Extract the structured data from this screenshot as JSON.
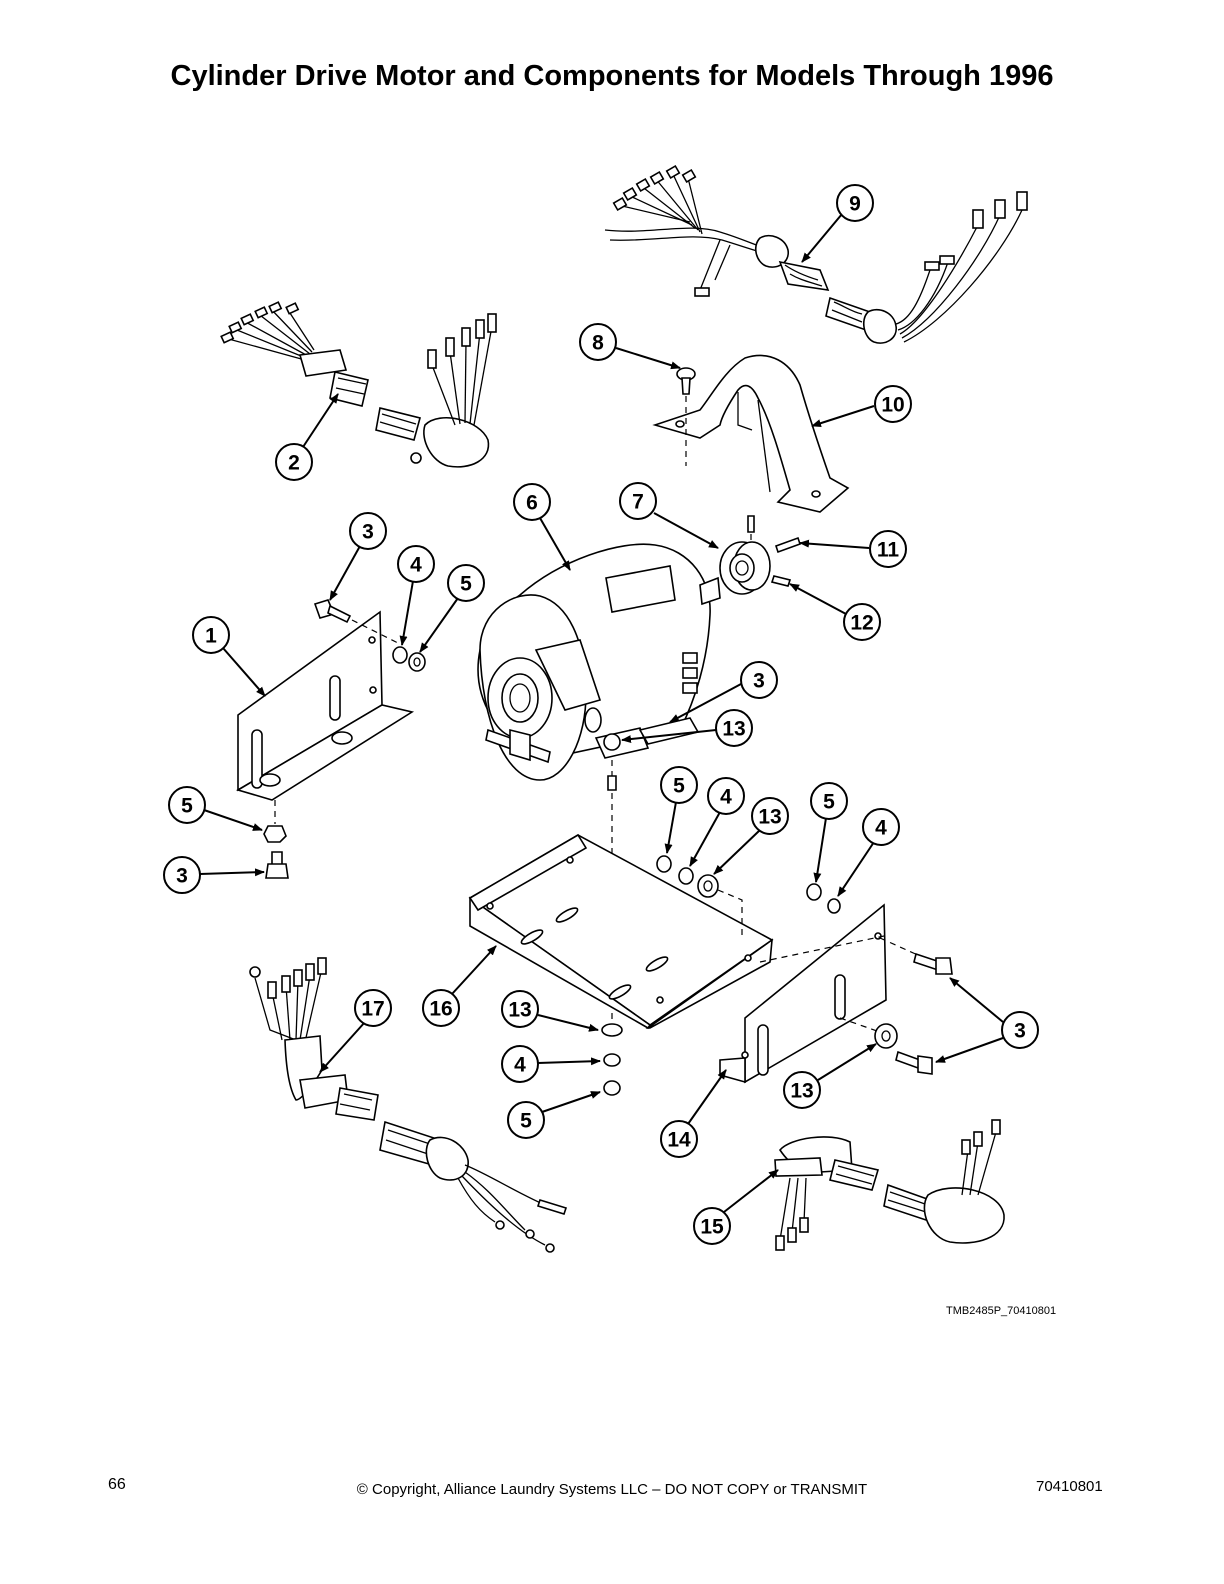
{
  "page": {
    "title": "Cylinder Drive Motor and Components for Models Through 1996",
    "figure_id": "TMB2485P_70410801",
    "page_number": "66",
    "copyright": "© Copyright, Alliance Laundry Systems LLC – DO NOT COPY or TRANSMIT",
    "document_number": "70410801"
  },
  "callouts": [
    "1",
    "2",
    "3",
    "4",
    "5",
    "6",
    "7",
    "8",
    "9",
    "10",
    "11",
    "12",
    "13",
    "14",
    "15",
    "16",
    "17"
  ]
}
